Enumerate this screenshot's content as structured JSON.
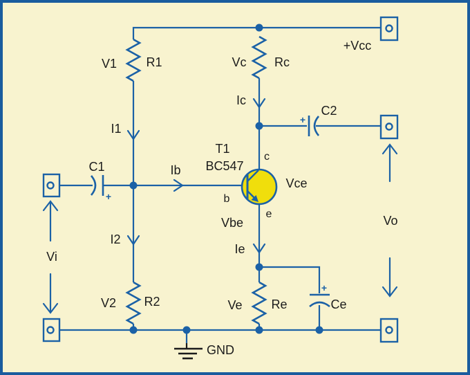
{
  "colors": {
    "background": "#f8f3cf",
    "wire": "#1b61a6",
    "border": "#1a5c9e",
    "text": "#1c1c1c",
    "transistor_fill": "#f0de0c"
  },
  "labels": {
    "v1": "V1",
    "r1": "R1",
    "i1": "I1",
    "vc": "Vc",
    "rc": "Rc",
    "ic": "Ic",
    "vcc": "+Vcc",
    "c1": "C1",
    "c2": "C2",
    "ce": "Ce",
    "ib": "Ib",
    "t1": "T1",
    "part": "BC547",
    "b": "b",
    "c": "c",
    "e": "e",
    "vce": "Vce",
    "vbe": "Vbe",
    "i2": "I2",
    "v2": "V2",
    "r2": "R2",
    "ie": "Ie",
    "ve": "Ve",
    "re": "Re",
    "vi": "Vi",
    "vo": "Vo",
    "gnd": "GND",
    "plus": "+"
  }
}
